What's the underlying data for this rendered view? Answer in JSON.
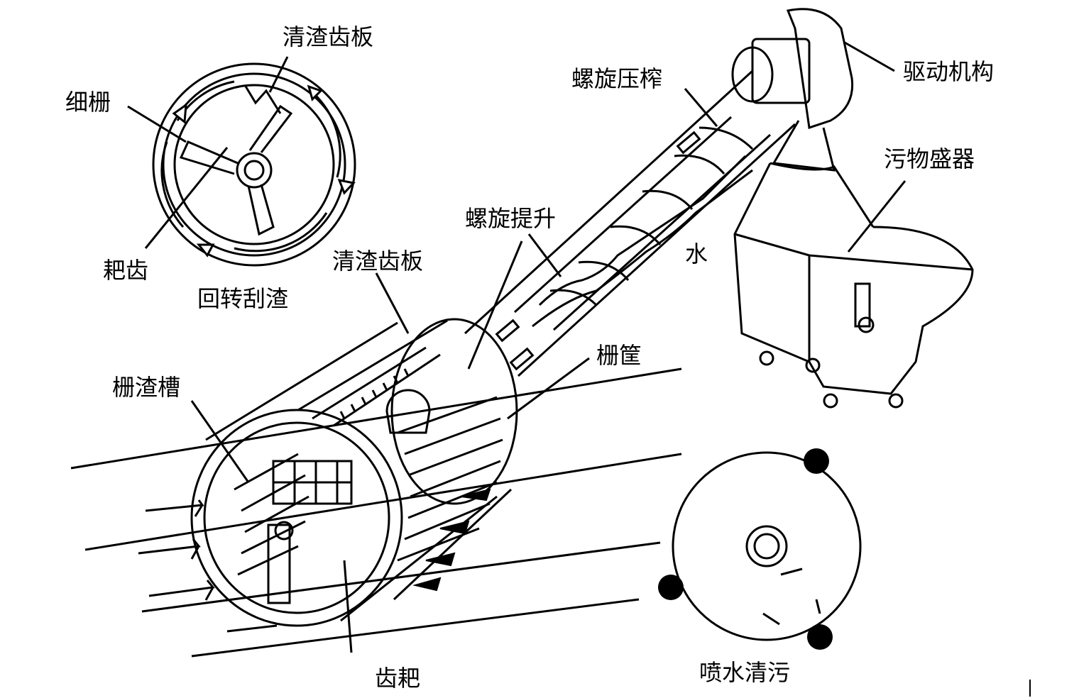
{
  "labels": {
    "fine_grid": "细栅",
    "clean_plate_top": "清渣齿板",
    "rake_teeth": "耙齿",
    "rotary_scrape": "回转刮渣",
    "screw_press": "螺旋压榨",
    "drive_mechanism": "驱动机构",
    "dirt_container": "污物盛器",
    "screw_lift": "螺旋提升",
    "water": "水",
    "clean_plate_mid": "清渣齿板",
    "screen_trough": "栅渣槽",
    "screen_basket": "栅筐",
    "tooth_rake": "齿耙",
    "spray_clean": "喷水清污"
  },
  "colors": {
    "ink": "#000000",
    "paper": "#ffffff"
  }
}
